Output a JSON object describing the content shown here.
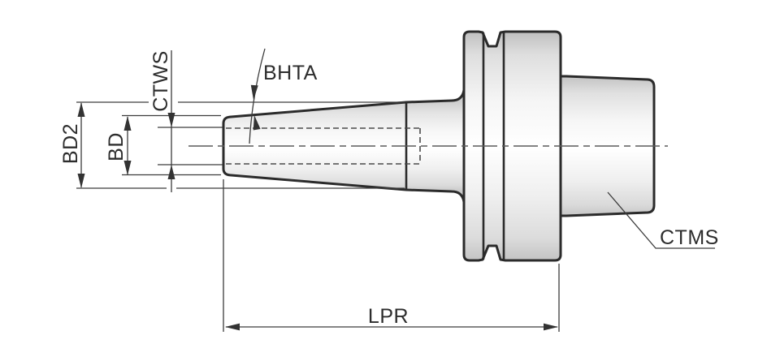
{
  "diagram": {
    "type": "technical-drawing",
    "subject": "tool holder side view with dimension callouts",
    "labels": {
      "bd2": "BD2",
      "bd": "BD",
      "ctws": "CTWS",
      "bhta": "BHTA",
      "ctms": "CTMS",
      "lpr": "LPR"
    },
    "colors": {
      "background": "#ffffff",
      "outline": "#2b2b2b",
      "dimension_line": "#3c3c3c",
      "hidden_line": "#4a4a4a",
      "center_line": "#5a5a5a",
      "fill_highlight": "#ffffff",
      "fill_shade": "#c2c2c2",
      "text": "#2d2d2d"
    }
  }
}
